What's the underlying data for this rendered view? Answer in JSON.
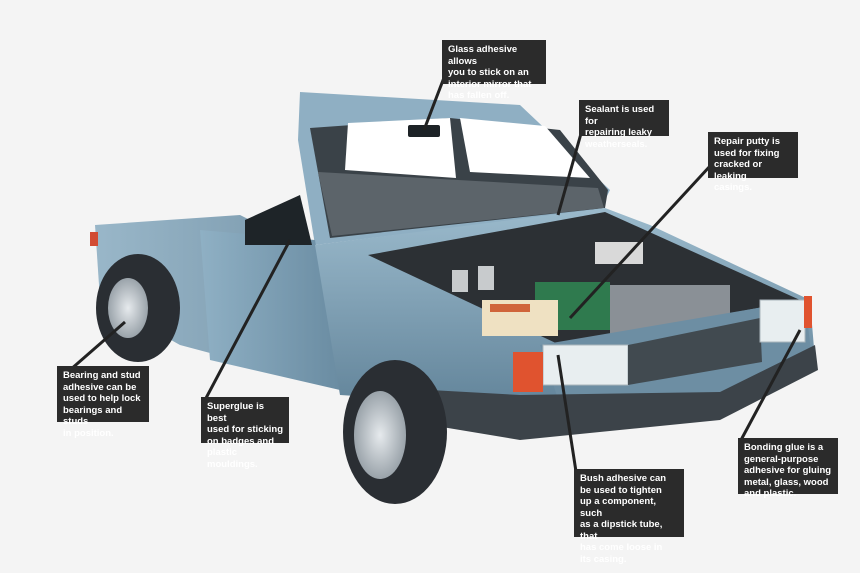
{
  "callouts": {
    "glass": "Glass adhesive allows\nyou to stick on an\ninterior mirror that\nhas fallen off.",
    "sealant": "Sealant is used for\nrepairing leaky\nweatherseals.",
    "putty": "Repair putty is\nused for fixing\ncracked or leaking\ncasings.",
    "bearing": "Bearing and stud\nadhesive can be\nused to help lock\nbearings and studs\nin position.",
    "superglue": "Superglue is best\nused for sticking\non badges and\nplastic mouldings.",
    "bush": "Bush adhesive can\nbe used to tighten\nup a component, such\nas a dipstick tube, that\nhas come loose in\nits casing.",
    "bonding": "Bonding glue is a\ngeneral-purpose\nadhesive for gluing\nmetal, glass, wood\nand plastic."
  },
  "colors": {
    "body": "#7e9fb4",
    "body_dark": "#5d7f94",
    "glass": "#ffffff",
    "tyre": "#2a2e33",
    "bumper": "#3c4349",
    "label_bg": "#2b2b2b",
    "leader": "#222222"
  }
}
